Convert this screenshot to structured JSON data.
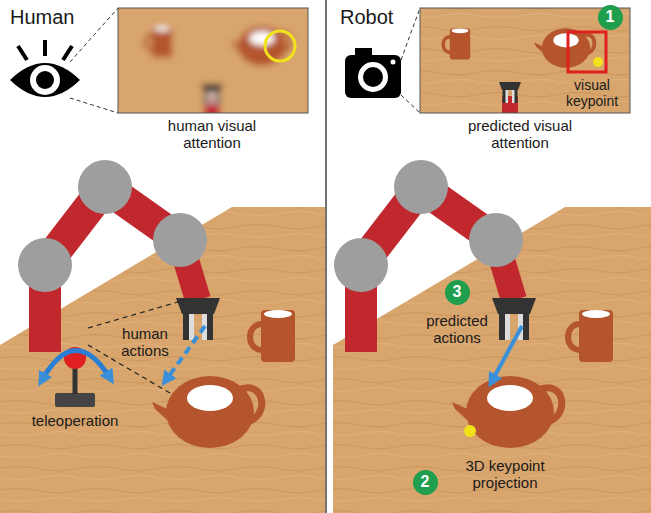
{
  "diagram": {
    "nodes": [
      {
        "text": [
          "1"
        ]
      },
      {
        "text": [
          "2"
        ]
      },
      {
        "text": [
          "3"
        ]
      }
    ],
    "labels": [
      "Human",
      "human visual attention",
      "human actions",
      "teleoperation",
      "Robot",
      "visual keypoint",
      "predicted visual attention",
      "predicted actions",
      "3D keypoint projection"
    ]
  }
}
